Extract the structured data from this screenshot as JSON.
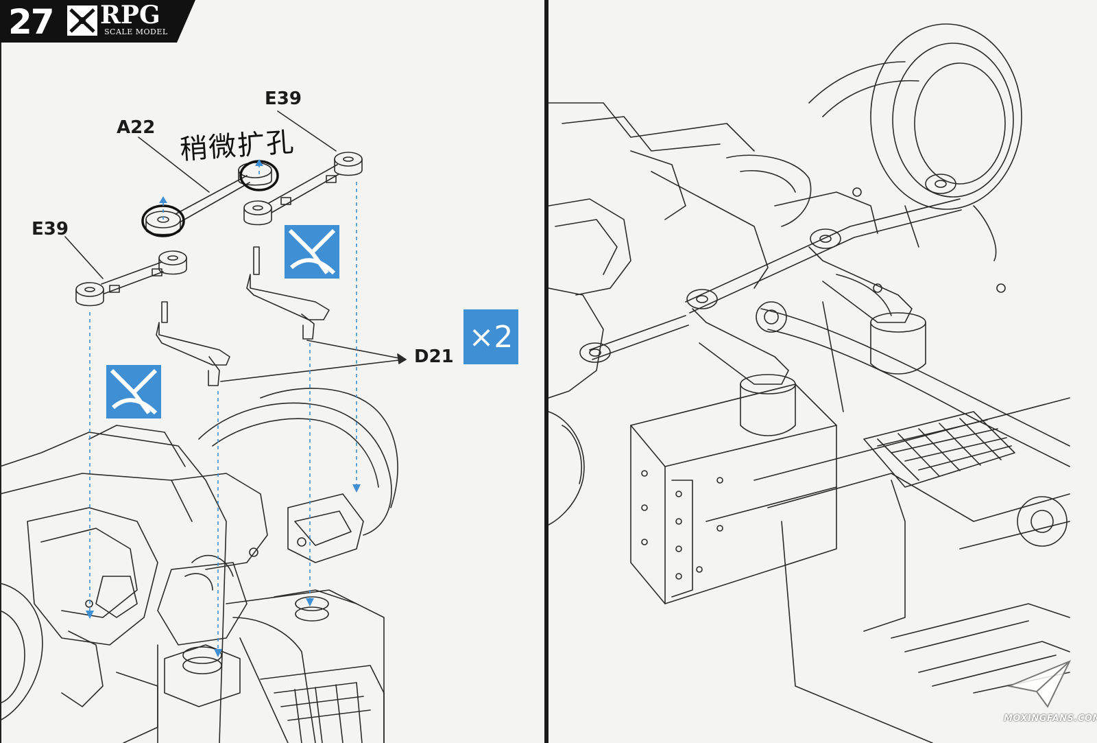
{
  "header": {
    "step_number": "27",
    "brand": "RPG",
    "brand_subtitle": "SCALE MODEL"
  },
  "labels": {
    "a22": "A22",
    "e39_top": "E39",
    "e39_left": "E39",
    "d21": "D21",
    "quantity": "×2"
  },
  "note": "稍微扩孔",
  "icons": {
    "cement_icon_1": "glue-cement-icon",
    "cement_icon_2": "glue-cement-icon"
  },
  "colors": {
    "accent_blue": "#3f8fd4",
    "header_black": "#111111",
    "line": "#2a2a2a"
  },
  "watermark": "MOXINGFANS.COM"
}
